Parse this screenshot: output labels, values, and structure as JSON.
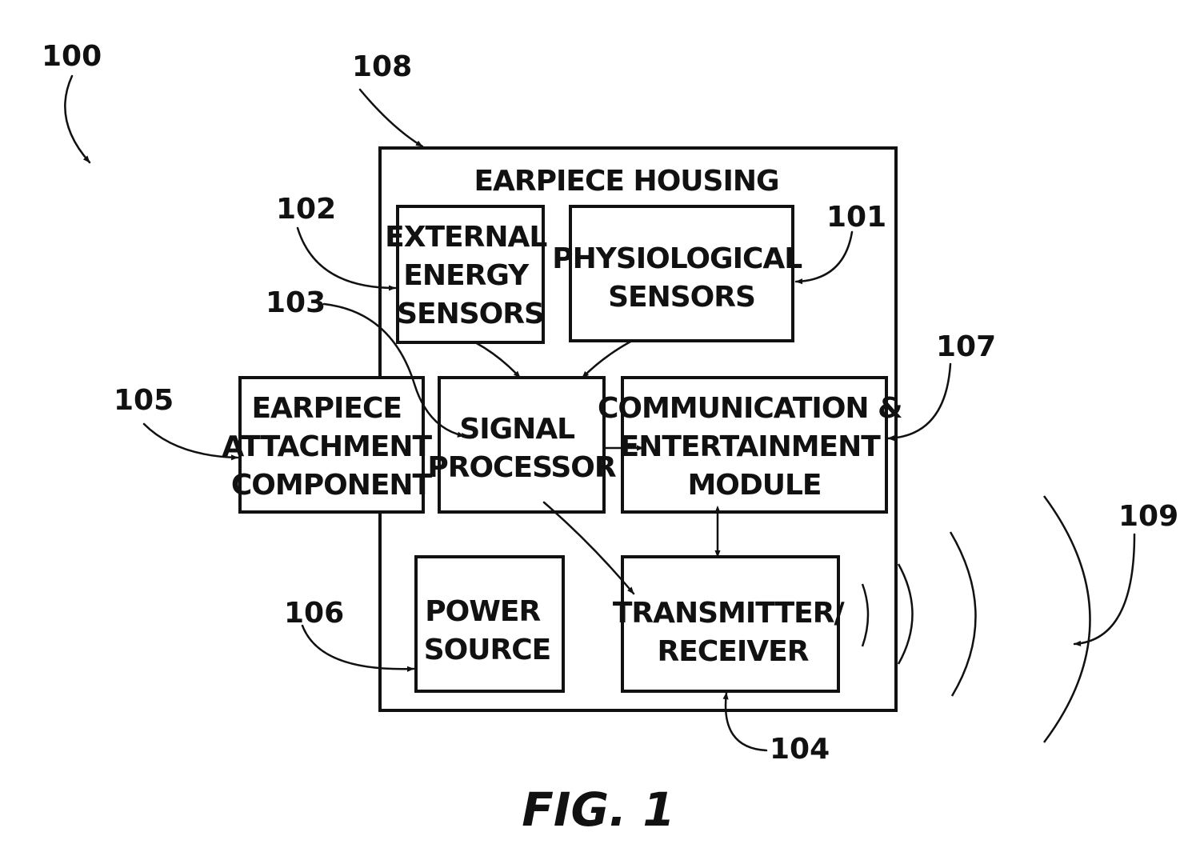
{
  "figure_label": "FIG. 1",
  "refs": {
    "r100": "100",
    "r101": "101",
    "r102": "102",
    "r103": "103",
    "r104": "104",
    "r105": "105",
    "r106": "106",
    "r107": "107",
    "r108": "108",
    "r109": "109"
  },
  "housing": {
    "title": "EARPIECE HOUSING"
  },
  "blocks": {
    "external_energy_sensors": [
      "EXTERNAL",
      "ENERGY",
      "SENSORS"
    ],
    "physiological_sensors": [
      "PHYSIOLOGICAL",
      "SENSORS"
    ],
    "earpiece_attachment_component": [
      "EARPIECE",
      "ATTACHMENT",
      "COMPONENT"
    ],
    "signal_processor": [
      "SIGNAL",
      "PROCESSOR"
    ],
    "communication_entertainment_module": [
      "COMMUNICATION &",
      "ENTERTAINMENT",
      "MODULE"
    ],
    "power_source": [
      "POWER",
      "SOURCE"
    ],
    "transmitter_receiver": [
      "TRANSMITTER/",
      "RECEIVER"
    ]
  }
}
